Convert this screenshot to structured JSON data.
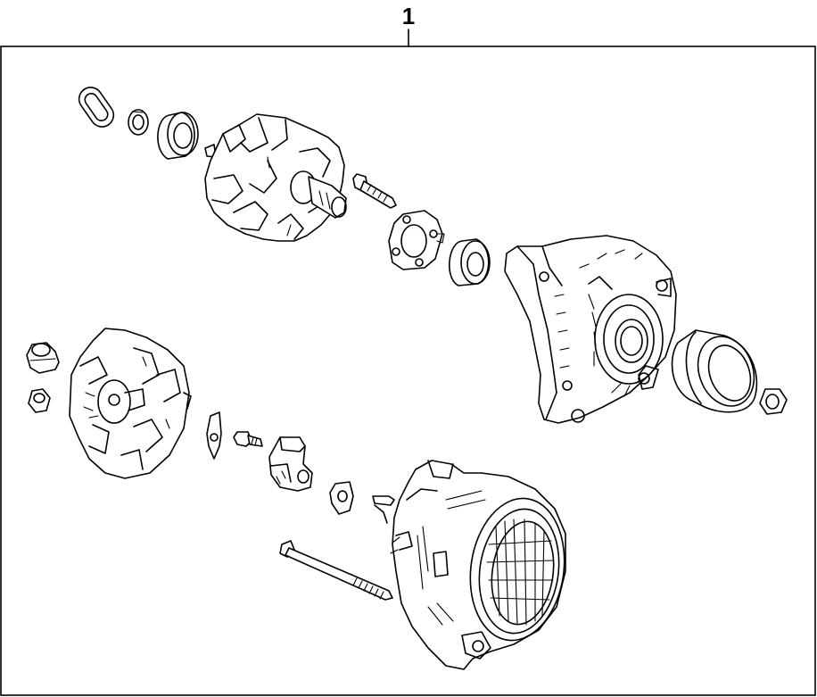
{
  "diagram": {
    "callout_number": "1",
    "line_color": "#000000",
    "background_color": "#ffffff",
    "parts": [
      "seal-ring",
      "small-washer",
      "front-bearing",
      "rotor-assembly",
      "bolt",
      "bearing-retainer-plate",
      "rear-bearing",
      "drive-end-frame",
      "pulley-collar",
      "pulley-nut",
      "terminal-insulator",
      "insulator-nut",
      "rectifier-cover",
      "terminal-clip",
      "small-screw",
      "regulator-brush-holder",
      "grommet-washer",
      "stator-rear-housing",
      "through-bolt"
    ]
  }
}
